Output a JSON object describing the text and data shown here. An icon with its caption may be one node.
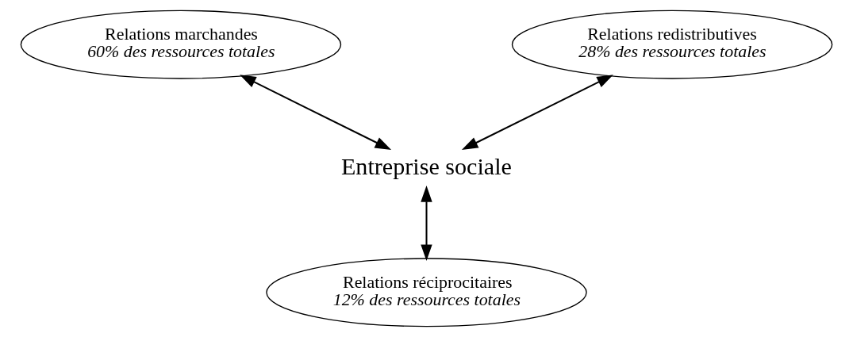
{
  "diagram": {
    "nodes": [
      {
        "text": [
          "Relations marchandes",
          "60% des ressources totales"
        ]
      },
      {
        "text": [
          "Relations redistributives",
          "28% des ressources totales"
        ]
      },
      {
        "text": [
          "Entreprise sociale"
        ]
      },
      {
        "text": [
          "Relations réciprocitaires",
          "12% des ressources totales"
        ]
      }
    ],
    "edges": [
      {
        "from": 0,
        "to": 2,
        "arrow": "both"
      },
      {
        "from": 1,
        "to": 2,
        "arrow": "both"
      },
      {
        "from": 2,
        "to": 3,
        "arrow": "both"
      }
    ]
  }
}
